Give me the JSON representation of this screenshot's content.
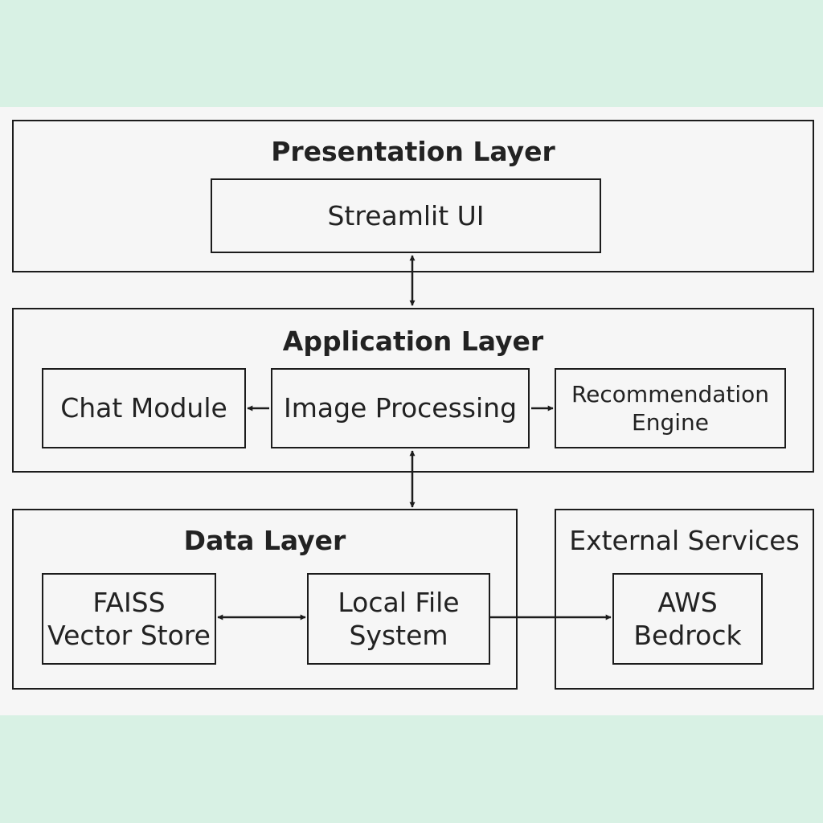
{
  "layers": {
    "presentation": {
      "title": "Presentation Layer",
      "streamlit_ui": "Streamlit UI"
    },
    "application": {
      "title": "Application Layer",
      "chat_module": "Chat Module",
      "image_processing": "Image Processing",
      "recommendation_engine": [
        "Recommendation",
        "Engine"
      ]
    },
    "data": {
      "title": "Data Layer",
      "faiss_vector_store": [
        "FAISS",
        "Vector Store"
      ],
      "local_file_system": [
        "Local File",
        "System"
      ]
    },
    "external": {
      "title": "External Services",
      "aws_bedrock": [
        "AWS",
        "Bedrock"
      ]
    }
  },
  "colors": {
    "background_band": "#d8f1e4",
    "canvas": "#f6f6f6",
    "stroke": "#1c1c1c"
  }
}
